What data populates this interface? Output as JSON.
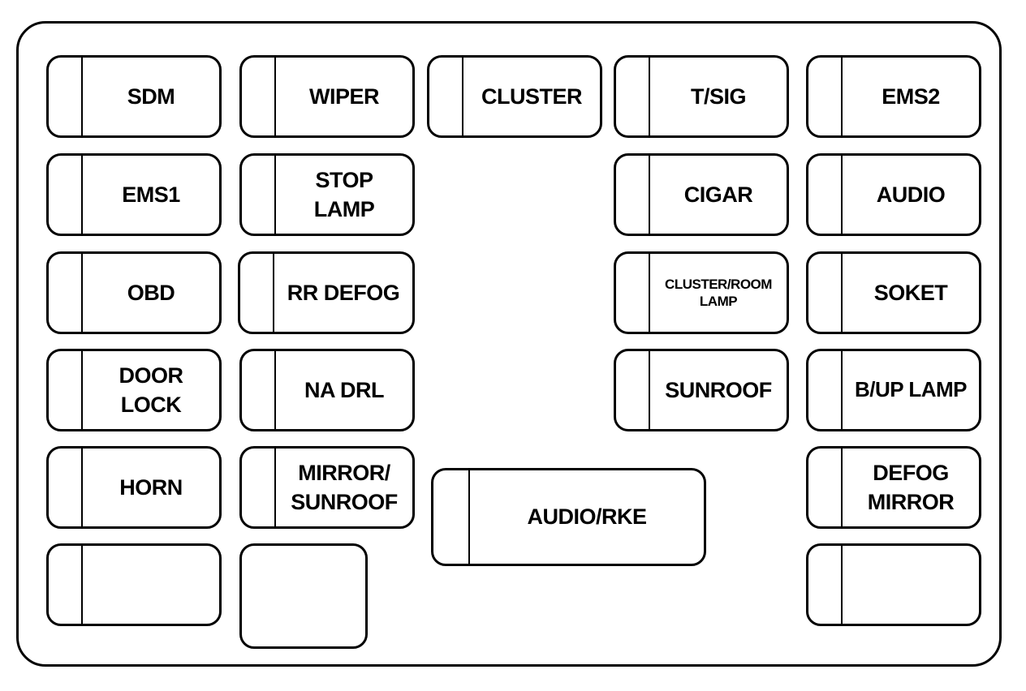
{
  "fuses": {
    "sdm": "SDM",
    "wiper": "WIPER",
    "cluster": "CLUSTER",
    "tsig": "T/SIG",
    "ems2": "EMS2",
    "ems1": "EMS1",
    "stop_lamp": [
      "STOP",
      "LAMP"
    ],
    "cigar": "CIGAR",
    "audio": "AUDIO",
    "obd": "OBD",
    "rr_defog": "RR DEFOG",
    "cluster_room_lamp": [
      "CLUSTER/ROOM",
      "LAMP"
    ],
    "soket": "SOKET",
    "door_lock": [
      "DOOR",
      "LOCK"
    ],
    "na_drl": "NA DRL",
    "sunroof": "SUNROOF",
    "bup_lamp": "B/UP LAMP",
    "horn": "HORN",
    "mirror_sunroof": [
      "MIRROR/",
      "SUNROOF"
    ],
    "audio_rke": "AUDIO/RKE",
    "defog_mirror": [
      "DEFOG",
      "MIRROR"
    ]
  }
}
